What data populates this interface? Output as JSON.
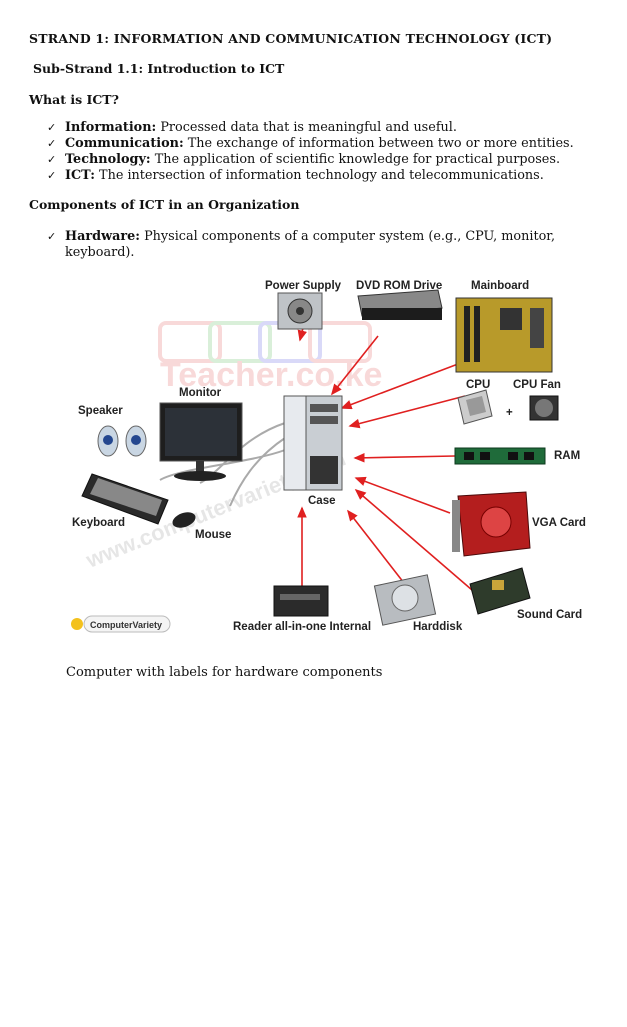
{
  "heading": "STRAND 1: INFORMATION AND COMMUNICATION TECHNOLOGY (ICT)",
  "subheading": "Sub-Strand 1.1: Introduction to ICT",
  "what_is": "What is ICT?",
  "definitions": [
    {
      "term": "Information:",
      "text": " Processed data that is meaningful and useful."
    },
    {
      "term": "Communication:",
      "text": " The exchange of information between two or more entities."
    },
    {
      "term": "Technology:",
      "text": " The application of scientific knowledge for practical purposes."
    },
    {
      "term": "ICT:",
      "text": " The intersection of information technology and telecommunications."
    }
  ],
  "components_heading": "Components of ICT in an Organization",
  "hardware": {
    "term": "Hardware:",
    "text_line1": " Physical components of a computer system (e.g., CPU, monitor,",
    "text_line2": "keyboard)."
  },
  "figure": {
    "labels": {
      "power_supply": "Power Supply",
      "dvd": "DVD ROM Drive",
      "mainboard": "Mainboard",
      "monitor": "Monitor",
      "speaker": "Speaker",
      "cpu": "CPU",
      "cpu_fan": "CPU Fan",
      "ram": "RAM",
      "keyboard": "Keyboard",
      "mouse": "Mouse",
      "case": "Case",
      "vga": "VGA Card",
      "sound": "Sound Card",
      "reader": "Reader all-in-one Internal",
      "harddisk": "Harddisk",
      "plus": "+"
    },
    "watermark_site": "Teacher.co.ke",
    "watermark_url": "www.computervariety.com",
    "logo_text": "ComputerVariety",
    "arrow_color": "#e02020"
  },
  "caption": "Computer with labels for hardware components"
}
